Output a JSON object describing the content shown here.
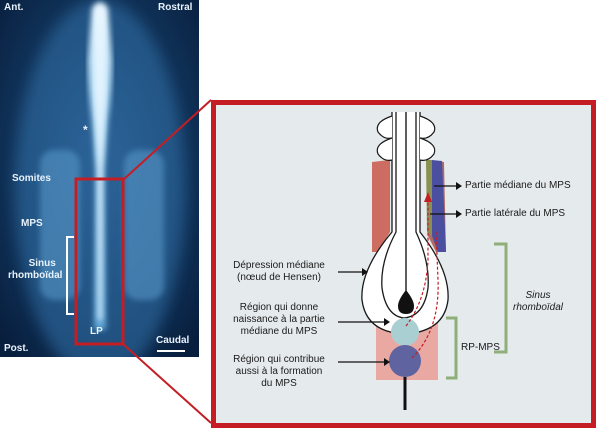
{
  "micrograph": {
    "labels": {
      "ant": "Ant.",
      "rostral": "Rostral",
      "somites": "Somites",
      "mps": "MPS",
      "sinus_line1": "Sinus",
      "sinus_line2": "rhomboïdal",
      "lp": "LP",
      "post": "Post.",
      "caudal": "Caudal",
      "node_marker": "*"
    }
  },
  "diagram": {
    "right_labels": {
      "mediane": "Partie médiane du MPS",
      "laterale": "Partie latérale du MPS"
    },
    "left_labels": {
      "depression_line1": "Dépression médiane",
      "depression_line2": "(nœud de Hensen)",
      "region1_line1": "Région qui donne",
      "region1_line2": "naissance à la partie",
      "region1_line3": "médiane du MPS",
      "region2_line1": "Région qui contribue",
      "region2_line2": "aussi à la formation",
      "region2_line3": "du MPS"
    },
    "brackets": {
      "rp_mps": "RP-MPS",
      "sinus_line1": "Sinus",
      "sinus_line2": "rhomboïdal"
    }
  },
  "colors": {
    "frame_red": "#c41e24",
    "panel_bg": "#e5eaec",
    "bracket_green": "#8fae7a",
    "medial_purple": "#4b4fa0",
    "lateral_olive": "#8a8f52",
    "teal_circle": "#a9cfd2",
    "purple_circle": "#5f639f",
    "rp_pink": "#e9a9a2",
    "micro_bg": "#0d2f5c",
    "micro_glow": "#8cc8ee"
  }
}
